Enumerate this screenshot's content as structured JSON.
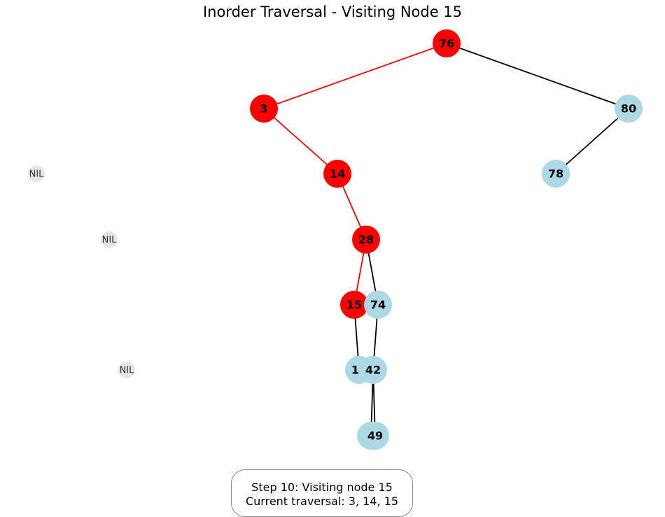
{
  "title": "Inorder Traversal - Visiting Node 15",
  "colors": {
    "visited": "#ff0000",
    "unvisited": "#add8e6",
    "nil": "#e6e6e6",
    "edge": "#000000",
    "path_edge": "#ff0000"
  },
  "nodes": [
    {
      "id": "76",
      "label": "76",
      "state": "visited"
    },
    {
      "id": "3",
      "label": "3",
      "state": "visited"
    },
    {
      "id": "80",
      "label": "80",
      "state": "unvisited"
    },
    {
      "id": "14",
      "label": "14",
      "state": "visited"
    },
    {
      "id": "78",
      "label": "78",
      "state": "unvisited"
    },
    {
      "id": "28",
      "label": "28",
      "state": "visited"
    },
    {
      "id": "15",
      "label": "15",
      "state": "visited"
    },
    {
      "id": "74",
      "label": "74",
      "state": "unvisited"
    },
    {
      "id": "19",
      "label": "19",
      "state": "unvisited"
    },
    {
      "id": "42",
      "label": "42",
      "state": "unvisited"
    },
    {
      "id": "37",
      "label": "37",
      "state": "unvisited"
    },
    {
      "id": "49",
      "label": "49",
      "state": "unvisited"
    }
  ],
  "nil_nodes": [
    {
      "id": "nil-1",
      "label": "NIL"
    },
    {
      "id": "nil-2",
      "label": "NIL"
    },
    {
      "id": "nil-3",
      "label": "NIL"
    }
  ],
  "edges": [
    {
      "from": "76",
      "to": "3",
      "highlight": true
    },
    {
      "from": "76",
      "to": "80",
      "highlight": false
    },
    {
      "from": "3",
      "to": "14",
      "highlight": true
    },
    {
      "from": "80",
      "to": "78",
      "highlight": false
    },
    {
      "from": "14",
      "to": "28",
      "highlight": true
    },
    {
      "from": "28",
      "to": "15",
      "highlight": true
    },
    {
      "from": "28",
      "to": "74",
      "highlight": false
    },
    {
      "from": "15",
      "to": "19",
      "highlight": false
    },
    {
      "from": "74",
      "to": "42",
      "highlight": false
    },
    {
      "from": "42",
      "to": "37",
      "highlight": false
    },
    {
      "from": "42",
      "to": "49",
      "highlight": false
    }
  ],
  "status": {
    "step_text": "Step 10: Visiting node 15",
    "traversal_text": "Current traversal: 3, 14, 15"
  }
}
